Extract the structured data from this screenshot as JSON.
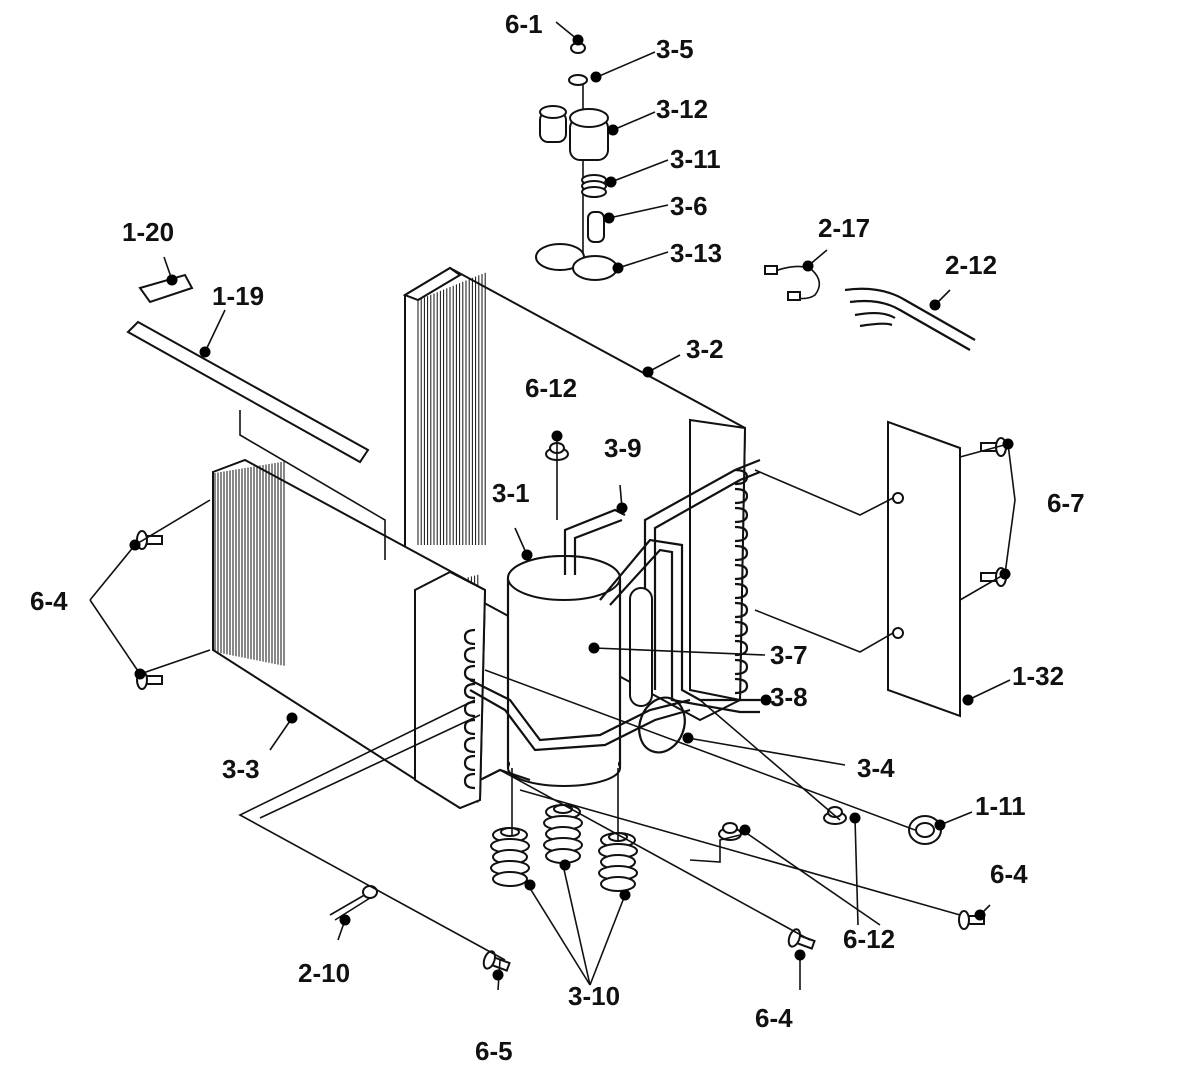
{
  "labels": {
    "l6_1": "6-1",
    "l3_5": "3-5",
    "l3_12": "3-12",
    "l3_11": "3-11",
    "l3_6": "3-6",
    "l3_13": "3-13",
    "l2_17": "2-17",
    "l2_12": "2-12",
    "l1_20": "1-20",
    "l1_19": "1-19",
    "l3_2": "3-2",
    "l6_12_top": "6-12",
    "l3_9": "3-9",
    "l3_1": "3-1",
    "l6_7": "6-7",
    "l6_4_left": "6-4",
    "l3_7": "3-7",
    "l1_32": "1-32",
    "l3_8": "3-8",
    "l3_3": "3-3",
    "l3_4": "3-4",
    "l1_11": "1-11",
    "l6_4_right": "6-4",
    "l6_12_bottom": "6-12",
    "l2_10": "2-10",
    "l3_10": "3-10",
    "l6_4_bottom": "6-4",
    "l6_5": "6-5"
  }
}
